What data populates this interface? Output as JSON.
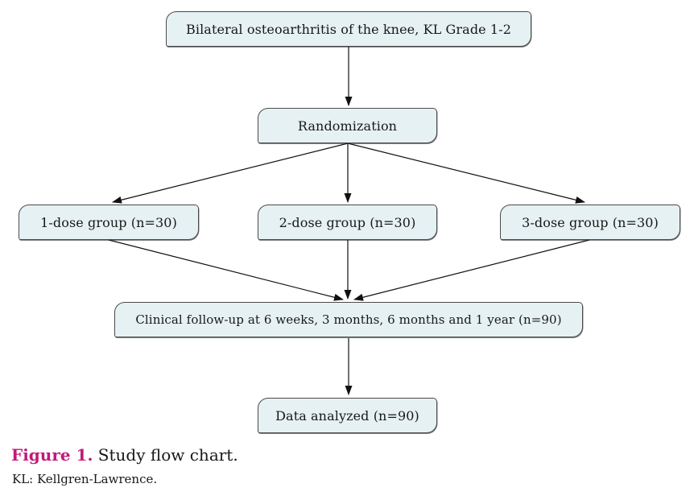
{
  "figure": {
    "caption_label": "Figure 1.",
    "caption_title": "Study flow chart.",
    "footnote": "KL: Kellgren-Lawrence."
  },
  "flowchart": {
    "nodes": [
      {
        "id": "eligibility",
        "label": "Bilateral osteoarthritis of the knee, KL Grade 1-2"
      },
      {
        "id": "randomization",
        "label": "Randomization"
      },
      {
        "id": "group-1dose",
        "label": "1-dose group (n=30)"
      },
      {
        "id": "group-2dose",
        "label": "2-dose group (n=30)"
      },
      {
        "id": "group-3dose",
        "label": "3-dose group (n=30)"
      },
      {
        "id": "followup",
        "label": "Clinical follow-up at 6 weeks, 3 months, 6 months and 1 year (n=90)"
      },
      {
        "id": "analyzed",
        "label": "Data analyzed (n=90)"
      }
    ],
    "edges": [
      {
        "from": "eligibility",
        "to": "randomization"
      },
      {
        "from": "randomization",
        "to": "group-1dose"
      },
      {
        "from": "randomization",
        "to": "group-2dose"
      },
      {
        "from": "randomization",
        "to": "group-3dose"
      },
      {
        "from": "group-1dose",
        "to": "followup"
      },
      {
        "from": "group-2dose",
        "to": "followup"
      },
      {
        "from": "group-3dose",
        "to": "followup"
      },
      {
        "from": "followup",
        "to": "analyzed"
      }
    ]
  },
  "colors": {
    "node_fill": "#e6f1f4",
    "node_border": "#4a4a4a",
    "arrow": "#111111",
    "caption_accent": "#c3187a",
    "text": "#181818"
  }
}
